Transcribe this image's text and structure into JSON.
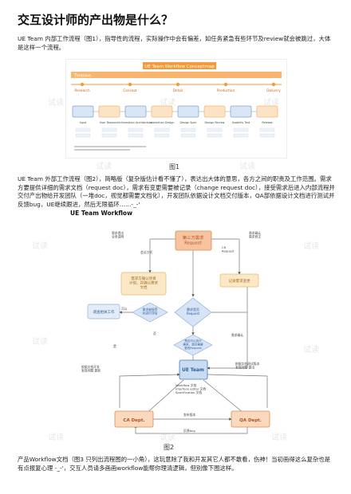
{
  "title": "交互设计师的产出物是什么？",
  "para1": "UE Team 内部工作流程（图1），指导性的流程，实际操作中会有偏差，如任务紧急有些环节及review就会被跳过，大体是这样一个流程。",
  "fig1": {
    "banner": "UE Team Workflow Conceptmap",
    "timeline": "Timeline",
    "stages": [
      "Research",
      "Concept",
      "Detail",
      "Production",
      "Delivery"
    ],
    "nodes": [
      "Input",
      "User Research",
      "Information Architecture",
      "Interaction Design",
      "Design Spec",
      "Design Review",
      "Usability Test",
      "Release"
    ],
    "caption": "图1"
  },
  "para2": "UE Team 外部工作流程（图2），简略版（复杂版估计看不懂了），表达出大体的意思，各方之间的职责及工作范围。需求方要提供详细的需求文档（request doc），需求有变更需要被记录（change request doc），接受需求后进入内部流程并交付产出物给开发团队（一堆doc，视觉都需要文档化），开发团队依据设计文档交付版本，QA部依据设计文档进行测试并反馈bug，UE继续跟进，然后无限循环……-_-'",
  "fig2": {
    "title": "UE Team Workflow",
    "nodes": {
      "request": "第三方需求\nRequest",
      "cr": "记录需求变更",
      "confirm": "需求方确认项目\n计划，并确认需求\n文档",
      "research": "调查相关工作",
      "decision1": "需求被接受\n并进行评估",
      "decision2": "需求是否\nRequest",
      "decision3": "是否可以执行\n需求，是否需要\n更改Request",
      "ue": "UE Team",
      "ca": "CA Dept.",
      "qa": "QA Dept."
    },
    "labels": {
      "l1": "需求提出\n业务说明",
      "l2": "CR\nRequest",
      "l3": "需求确认\n需求修正",
      "l4": "会议方式",
      "l5": "否",
      "l6": "是",
      "l7": "可以",
      "l8": "需求确认",
      "l9": "Workflow 文档\nInterface editor 文档\nSpecification 文档",
      "l10": "根据文档开发\n发现问题 更新",
      "l11": "根据文档测试版本\n发现问题 提出",
      "l12": "发布版本",
      "l13": "反馈bug"
    },
    "caption": "图2"
  },
  "para3": "产品Workflow文档（图3 只列出流程图的一小角），这玩意除了我和开发其它人都不敢看，伤神！当初画得这么复杂也是有点报复心理 -_-'，交互人员请多画画workflow能帮你理清逻辑，但别像下图这样。",
  "watermark": "试读",
  "colors": {
    "orange": "#f39a3a",
    "blue": "#2e5f9e",
    "flowBlue": "#4a7ab8"
  }
}
